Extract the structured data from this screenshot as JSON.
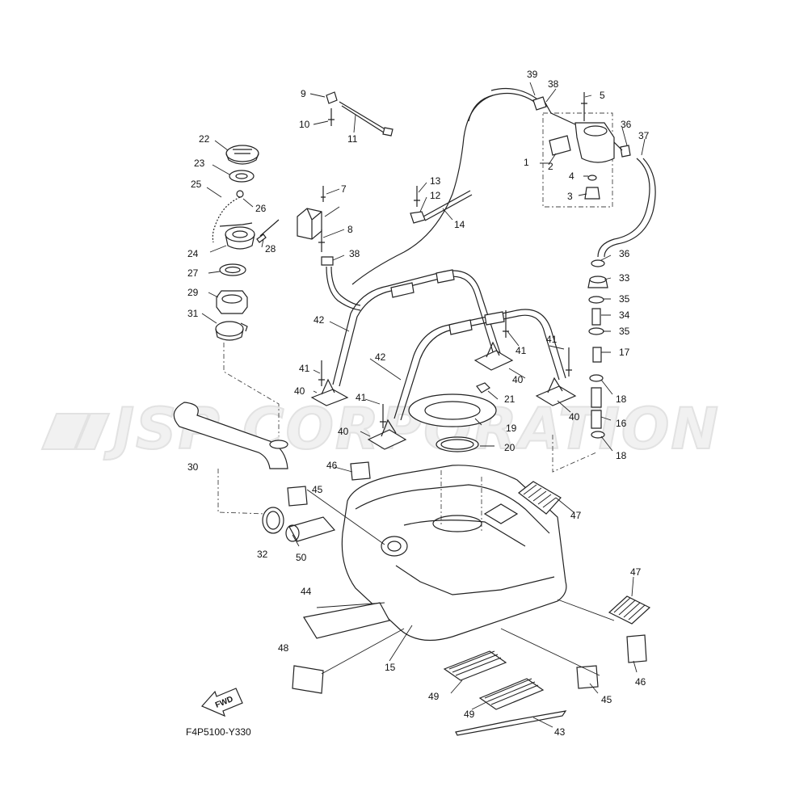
{
  "watermark": "JSP CORPORATION",
  "diagram_code": "F4P5100-Y330",
  "fwd_label": "FWD",
  "part_numbers": [
    "1",
    "2",
    "3",
    "4",
    "5",
    "7",
    "8",
    "9",
    "10",
    "11",
    "12",
    "13",
    "14",
    "15",
    "16",
    "17",
    "18",
    "19",
    "20",
    "21",
    "22",
    "23",
    "24",
    "25",
    "26",
    "27",
    "28",
    "29",
    "30",
    "31",
    "32",
    "33",
    "34",
    "35",
    "36",
    "37",
    "38",
    "39",
    "40",
    "41",
    "42",
    "43",
    "44",
    "45",
    "46",
    "47",
    "48",
    "49",
    "50"
  ]
}
